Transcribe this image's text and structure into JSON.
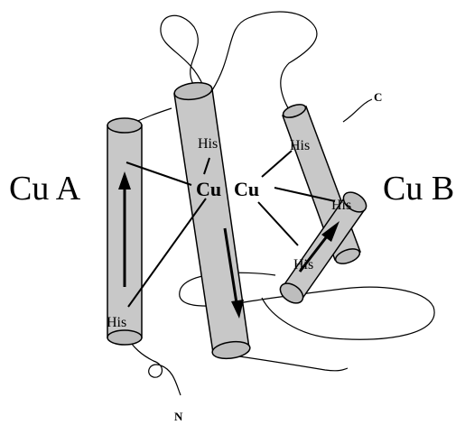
{
  "labels": {
    "cu_a": "Cu A",
    "cu_b": "Cu B",
    "cu_left": "Cu",
    "cu_right": "Cu",
    "his": "His",
    "n_term": "N",
    "c_term": "C"
  },
  "colors": {
    "helix_fill": "#c8c8c8",
    "line": "#000000",
    "background": "#ffffff"
  }
}
